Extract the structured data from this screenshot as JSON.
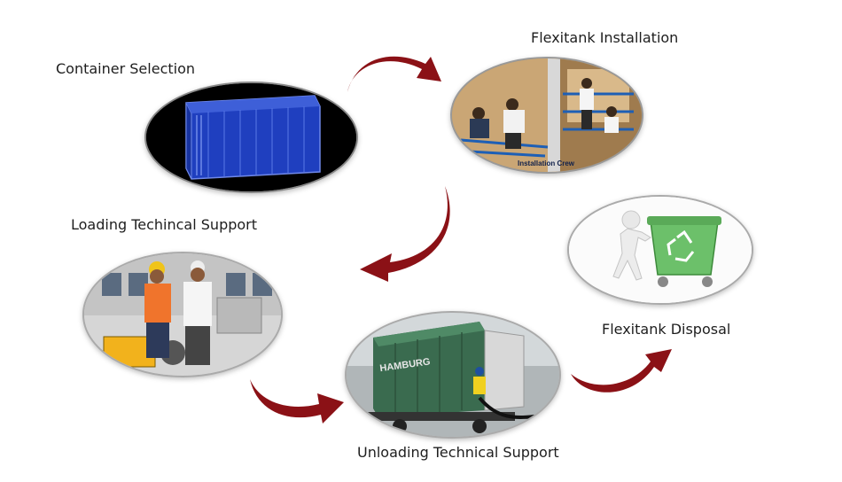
{
  "steps": {
    "container_selection": "Container Selection",
    "flexitank_installation": "Flexitank Installation",
    "loading_support": "Loading Techincal Support",
    "unloading_support": "Unloading Technical Support",
    "flexitank_disposal": "Flexitank Disposal"
  },
  "photo_captions": {
    "installation_crew": "Installation Crew"
  },
  "container_text": {
    "unloading_container": "HAMBURG"
  },
  "colors": {
    "arrow": "#8b1116",
    "container_blue": "#1f3fbf",
    "container_green": "#3a6b4f",
    "recycle_bin_green": "#6cc06a"
  },
  "icons": {
    "arrows": "curved-arrow-icon",
    "recycle": "recycle-icon"
  }
}
